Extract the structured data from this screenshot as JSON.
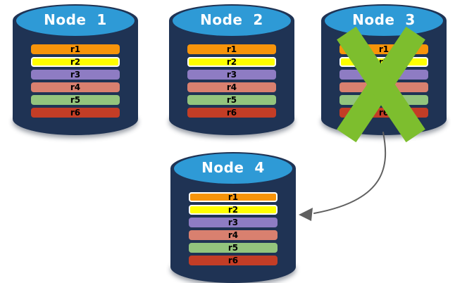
{
  "diagram": {
    "background": "#FFFFFF",
    "colors": {
      "cylinder_body": "#1F3354",
      "cylinder_top": "#2E9AD6",
      "failure_x": "#7DBE2E",
      "arrow": "#606060",
      "title_text": "#FFFFFF",
      "row_text": "#000000"
    },
    "arrow_semantics": {
      "from": "Node 3",
      "to": "Node 4"
    },
    "nodes": [
      {
        "label": "Node  1",
        "failed": false,
        "rows": [
          {
            "label": "r1",
            "color": "#F7940A",
            "border": "transparent"
          },
          {
            "label": "r2",
            "color": "#FFFF00",
            "border": "#FFFFFF"
          },
          {
            "label": "r3",
            "color": "#8E7CC3",
            "border": "transparent"
          },
          {
            "label": "r4",
            "color": "#D9806F",
            "border": "transparent"
          },
          {
            "label": "r5",
            "color": "#93C47D",
            "border": "transparent"
          },
          {
            "label": "r6",
            "color": "#C33D26",
            "border": "transparent"
          }
        ]
      },
      {
        "label": "Node  2",
        "failed": false,
        "rows": [
          {
            "label": "r1",
            "color": "#F7940A",
            "border": "transparent"
          },
          {
            "label": "r2",
            "color": "#FFFF00",
            "border": "#FFFFFF"
          },
          {
            "label": "r3",
            "color": "#8E7CC3",
            "border": "transparent"
          },
          {
            "label": "r4",
            "color": "#D9806F",
            "border": "transparent"
          },
          {
            "label": "r5",
            "color": "#93C47D",
            "border": "transparent"
          },
          {
            "label": "r6",
            "color": "#C33D26",
            "border": "transparent"
          }
        ]
      },
      {
        "label": "Node  3",
        "failed": true,
        "rows": [
          {
            "label": "r1",
            "color": "#F7940A",
            "border": "transparent"
          },
          {
            "label": "r2",
            "color": "#FFFF00",
            "border": "#FFFFFF"
          },
          {
            "label": "r3",
            "color": "#8E7CC3",
            "border": "transparent"
          },
          {
            "label": "r4",
            "color": "#D9806F",
            "border": "transparent"
          },
          {
            "label": "r5",
            "color": "#93C47D",
            "border": "transparent"
          },
          {
            "label": "r6",
            "color": "#C33D26",
            "border": "transparent"
          }
        ]
      },
      {
        "label": "Node  4",
        "failed": false,
        "rows": [
          {
            "label": "r1",
            "color": "#F7940A",
            "border": "#FFFFFF"
          },
          {
            "label": "r2",
            "color": "#FFFF00",
            "border": "#FFFFFF"
          },
          {
            "label": "r3",
            "color": "#8E7CC3",
            "border": "transparent"
          },
          {
            "label": "r4",
            "color": "#D9806F",
            "border": "transparent"
          },
          {
            "label": "r5",
            "color": "#93C47D",
            "border": "transparent"
          },
          {
            "label": "r6",
            "color": "#C33D26",
            "border": "transparent"
          }
        ]
      }
    ]
  }
}
